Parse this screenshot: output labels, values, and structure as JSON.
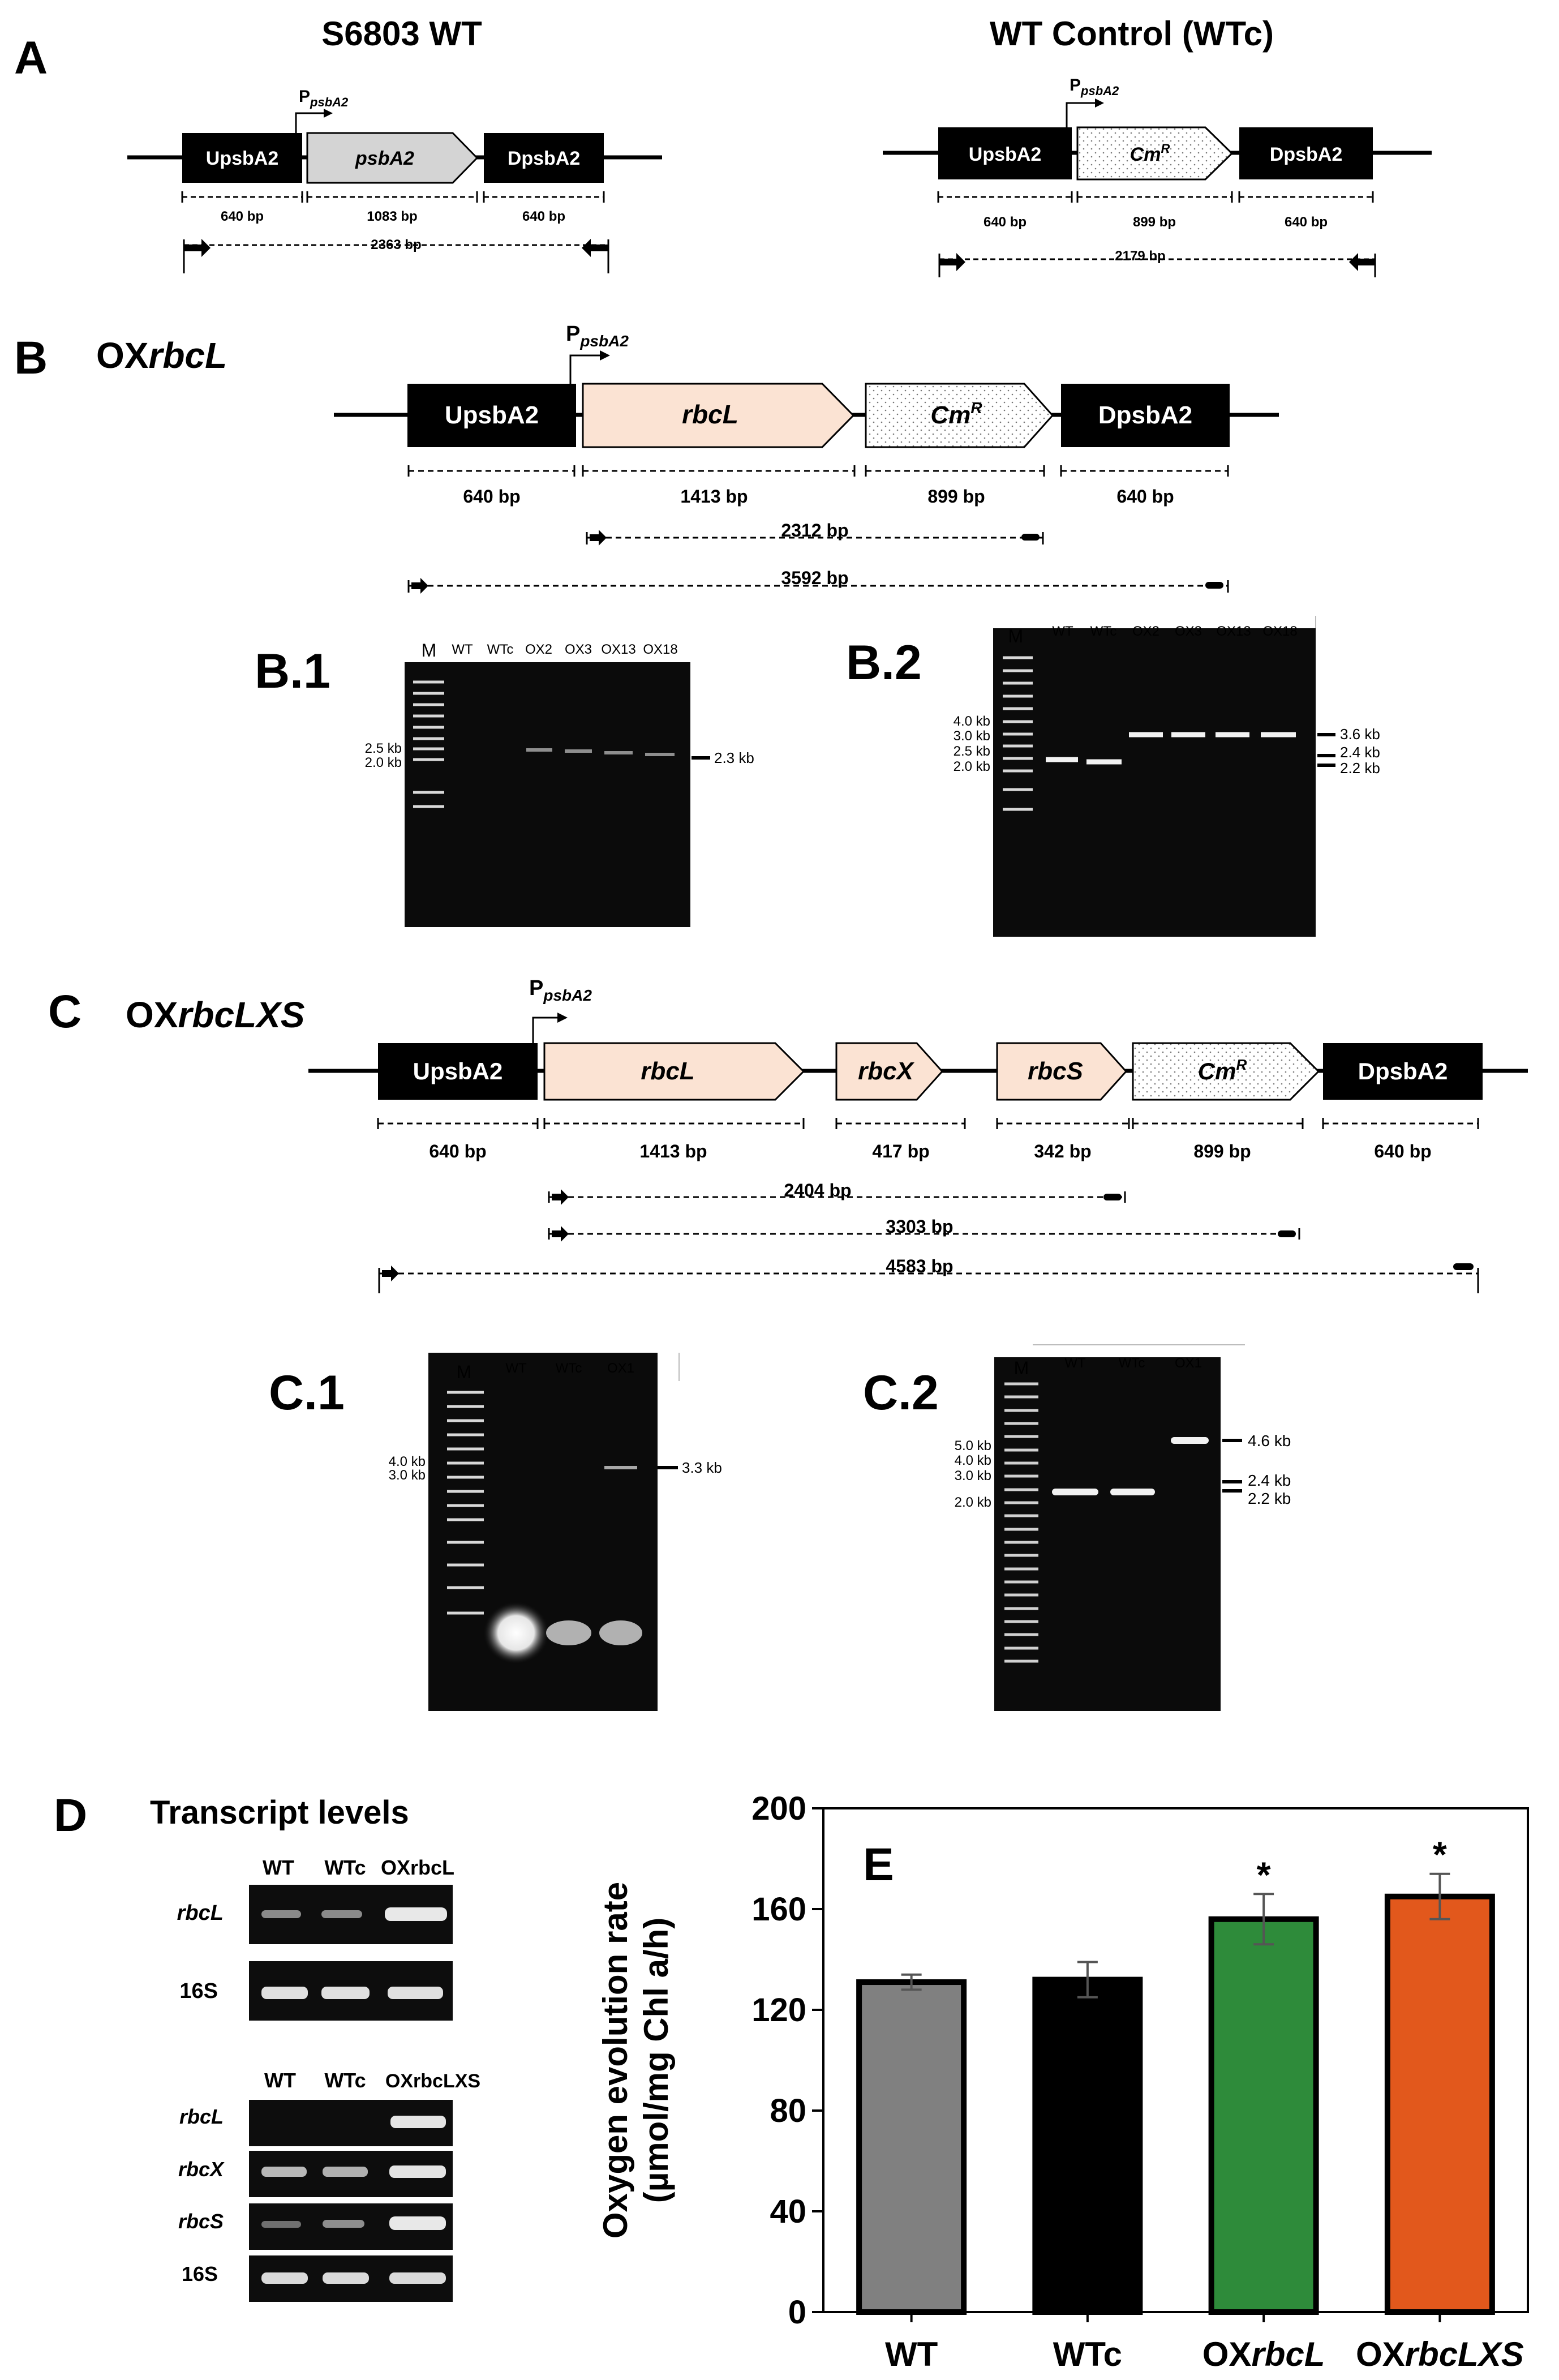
{
  "panelA": {
    "letter": "A",
    "wt": {
      "title": "S6803 WT",
      "promoter": {
        "main": "P",
        "sub": "psbA2"
      },
      "boxes": [
        {
          "label": "UpsbA2"
        },
        {
          "label": "psbA2"
        },
        {
          "label": "DpsbA2"
        }
      ],
      "sizes": [
        "640 bp",
        "1083 bp",
        "640 bp"
      ],
      "amplicon": "2363 bp"
    },
    "wtc": {
      "title": "WT Control (WTc)",
      "promoter": {
        "main": "P",
        "sub": "psbA2"
      },
      "boxes": [
        {
          "label": "UpsbA2"
        },
        {
          "label": "Cm",
          "sup": "R"
        },
        {
          "label": "DpsbA2"
        }
      ],
      "sizes": [
        "640 bp",
        "899 bp",
        "640 bp"
      ],
      "amplicon": "2179 bp"
    }
  },
  "panelB": {
    "letter": "B",
    "title_prefix": "OX",
    "title_gene": "rbcL",
    "promoter": {
      "main": "P",
      "sub": "psbA2"
    },
    "boxes": [
      {
        "label": "UpsbA2"
      },
      {
        "label": "rbcL"
      },
      {
        "label": "Cm",
        "sup": "R"
      },
      {
        "label": "DpsbA2"
      }
    ],
    "sizes": [
      "640 bp",
      "1413 bp",
      "899 bp",
      "640 bp"
    ],
    "amplicons": [
      "2312 bp",
      "3592 bp"
    ],
    "gel1": {
      "label": "B.1",
      "lanes": [
        "M",
        "WT",
        "WTc",
        "OX2",
        "OX3",
        "OX13",
        "OX18"
      ],
      "ladder_labels": [
        "2.5 kb",
        "2.0 kb"
      ],
      "band_labels": [
        "2.3 kb"
      ]
    },
    "gel2": {
      "label": "B.2",
      "lanes": [
        "M",
        "WT",
        "WTc",
        "OX2",
        "OX3",
        "OX13",
        "OX18"
      ],
      "ladder_labels": [
        "4.0 kb",
        "3.0 kb",
        "2.5 kb",
        "2.0 kb"
      ],
      "band_labels": [
        "3.6 kb",
        "2.4 kb",
        "2.2 kb"
      ]
    }
  },
  "panelC": {
    "letter": "C",
    "title_prefix": "OX",
    "title_gene": "rbcLXS",
    "promoter": {
      "main": "P",
      "sub": "psbA2"
    },
    "boxes": [
      {
        "label": "UpsbA2"
      },
      {
        "label": "rbcL"
      },
      {
        "label": "rbcX"
      },
      {
        "label": "rbcS"
      },
      {
        "label": "Cm",
        "sup": "R"
      },
      {
        "label": "DpsbA2"
      }
    ],
    "sizes": [
      "640 bp",
      "1413 bp",
      "417 bp",
      "342 bp",
      "899 bp",
      "640 bp"
    ],
    "amplicons": [
      "2404 bp",
      "3303 bp",
      "4583 bp"
    ],
    "gel1": {
      "label": "C.1",
      "lanes": [
        "M",
        "WT",
        "WTc",
        "OX1"
      ],
      "ladder_labels": [
        "4.0 kb",
        "3.0 kb"
      ],
      "band_labels": [
        "3.3 kb"
      ]
    },
    "gel2": {
      "label": "C.2",
      "lanes": [
        "M",
        "WT",
        "WTc",
        "OX1"
      ],
      "ladder_labels": [
        "5.0 kb",
        "4.0 kb",
        "3.0 kb",
        "2.0 kb"
      ],
      "band_labels": [
        "4.6 kb",
        "2.4 kb",
        "2.2 kb"
      ]
    }
  },
  "panelD": {
    "letter": "D",
    "title": "Transcript levels",
    "blot1": {
      "lanes": [
        "WT",
        "WTc",
        "OXrbcL"
      ],
      "rows": [
        "rbcL",
        "16S"
      ]
    },
    "blot2": {
      "lanes": [
        "WT",
        "WTc",
        "OXrbcLXS"
      ],
      "rows": [
        "rbcL",
        "rbcX",
        "rbcS",
        "16S"
      ]
    }
  },
  "panelE": {
    "letter": "E",
    "chart_data": {
      "type": "bar",
      "categories": [
        "WT",
        "WTc",
        "OXrbcL",
        "OXrbcLXS"
      ],
      "values": [
        131,
        132,
        156,
        165
      ],
      "errors": [
        3,
        7,
        10,
        9
      ],
      "significance": [
        "",
        "",
        "*",
        "*"
      ],
      "colors": [
        "#808080",
        "#000000",
        "#2e8b3a",
        "#e2581c"
      ],
      "title": "",
      "xlabel": "",
      "ylabel": "Oxygen evolution rate (µmol/mg Chl a/h)",
      "ylim": [
        0,
        200
      ],
      "yticks": [
        0,
        40,
        80,
        120,
        160,
        200
      ],
      "grid": false
    }
  }
}
